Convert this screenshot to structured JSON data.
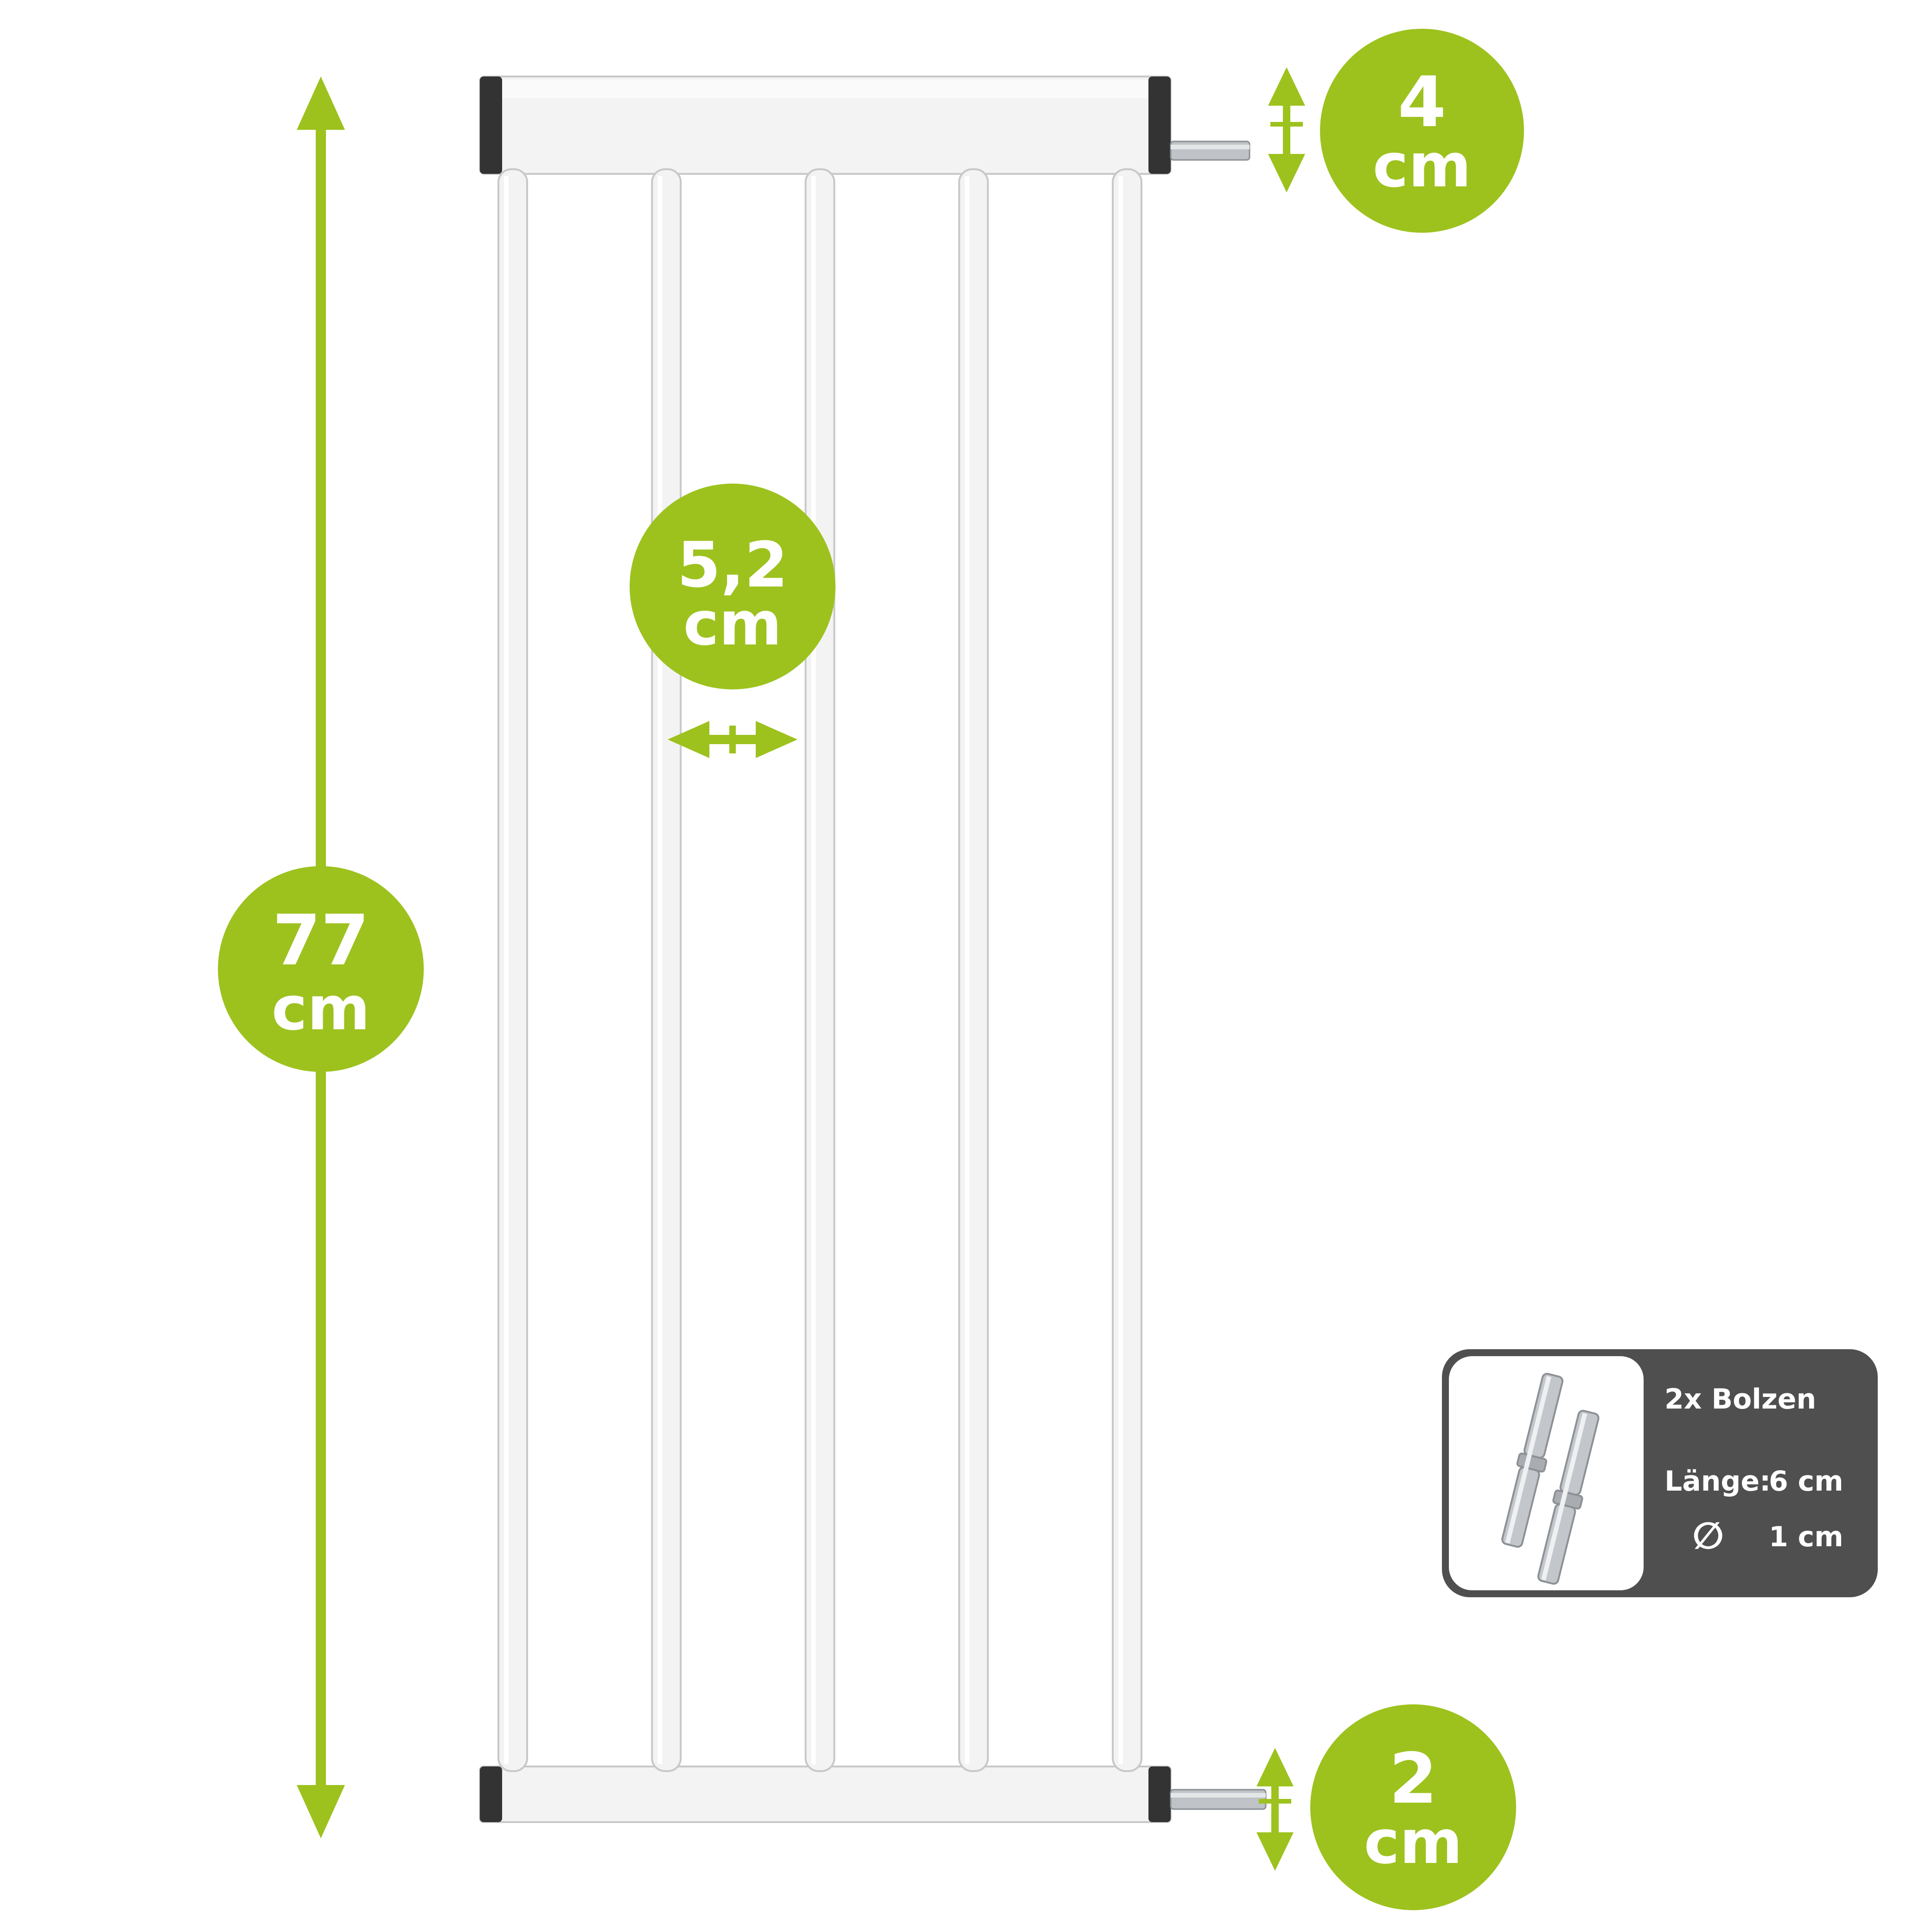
{
  "colors": {
    "accent": "#9dc21e",
    "frame": "#f3f3f3",
    "frame_stroke": "#c8c8c8",
    "cap": "#333333",
    "info_panel": "#4f4f4f",
    "pin": "#bfc3c7"
  },
  "dimensions": {
    "height": {
      "value": "77",
      "unit": "cm"
    },
    "bar_spacing": {
      "value": "5,2",
      "unit": "cm"
    },
    "top_pin_offset": {
      "value": "4",
      "unit": "cm"
    },
    "bottom_pin_offset": {
      "value": "2",
      "unit": "cm"
    }
  },
  "accessory": {
    "title": "2x Bolzen",
    "length_label": "Länge:",
    "length_value": "6 cm",
    "diameter_symbol": "∅",
    "diameter_value": "1 cm",
    "icon": "bolt-pins-icon"
  },
  "product": {
    "bar_count": 5,
    "icon": "gate-extension-panel"
  }
}
